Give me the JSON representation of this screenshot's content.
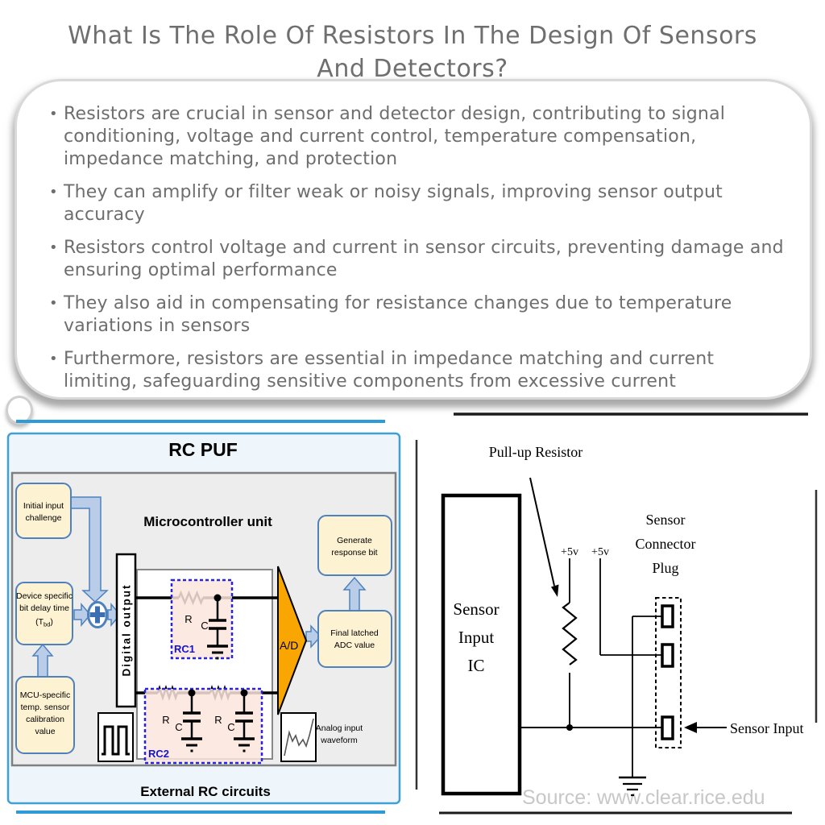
{
  "title_lines": [
    "What Is The Role Of Resistors In The Design Of Sensors",
    "And Detectors?"
  ],
  "bullets": [
    "Resistors are crucial in sensor and detector design, contributing to signal conditioning, voltage and current control, temperature compensation, impedance matching, and protection",
    "They can amplify or filter weak or noisy signals, improving sensor output accuracy",
    "Resistors control voltage and current in sensor circuits, preventing damage and ensuring optimal performance",
    "They also aid in compensating for resistance changes due to temperature variations in sensors",
    "Furthermore, resistors are essential in impedance matching and current limiting, safeguarding sensitive components from excessive current"
  ],
  "rc_puf": {
    "title": "RC PUF",
    "microcontroller_label": "Microcontroller unit",
    "external_label": "External RC circuits",
    "digital_output_label": "Digital output",
    "ad_label": "A/D",
    "r_label": "R",
    "c_label": "C",
    "rc1_label": "RC1",
    "rc2_label": "RC2",
    "boxes": {
      "initial_lines": [
        "Initial input",
        "challenge"
      ],
      "device_lines": [
        "Device specific",
        "bit delay time"
      ],
      "device_tbd": {
        "pre": "(T",
        "sub": "bd",
        "post": ")"
      },
      "mcu_lines": [
        "MCU-specific",
        "temp. sensor",
        "calibration",
        "value"
      ],
      "generate_lines": [
        "Generate",
        "response bit"
      ],
      "final_lines": [
        "Final latched",
        "ADC value"
      ],
      "analog_lines": [
        "Analog input",
        "waveform"
      ]
    }
  },
  "pullup": {
    "pullup_label": "Pull-up Resistor",
    "v5_label": "+5v",
    "connector_lines": [
      "Sensor",
      "Connector",
      "Plug"
    ],
    "ic_lines": [
      "Sensor",
      "Input",
      "IC"
    ],
    "sensor_input_label": "Sensor Input",
    "source_label": "Source: www.clear.rice.edu"
  },
  "colors": {
    "text_gray": "#6e6e6e",
    "diagram_blue": "#2e9bd6",
    "panel_bg": "#eef6fc",
    "gray_box_bg": "#ededed",
    "box_cream": "#fdf2d2",
    "box_border_blue": "#4f81bd",
    "arrow_fill": "#b9cde8",
    "rc_pink": "#fbe5dc",
    "rc_border_blue": "#2525dd",
    "ad_orange": "#f9a602",
    "watermark_gray": "#c7c7c7"
  }
}
